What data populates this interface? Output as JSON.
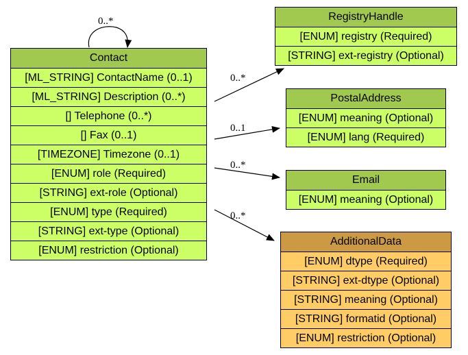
{
  "nodes": {
    "contact": {
      "title": "Contact",
      "fields": [
        "[ML_STRING] ContactName (0..1)",
        "[ML_STRING] Description (0..*)",
        "[] Telephone (0..*)",
        "[] Fax (0..1)",
        "[TIMEZONE] Timezone (0..1)",
        "[ENUM] role (Required)",
        "[STRING] ext-role (Optional)",
        "[ENUM] type (Required)",
        "[STRING] ext-type (Optional)",
        "[ENUM] restriction (Optional)"
      ]
    },
    "registry_handle": {
      "title": "RegistryHandle",
      "fields": [
        "[ENUM] registry (Required)",
        "[STRING] ext-registry (Optional)"
      ]
    },
    "postal_address": {
      "title": "PostalAddress",
      "fields": [
        "[ENUM] meaning (Optional)",
        "[ENUM] lang (Required)"
      ]
    },
    "email": {
      "title": "Email",
      "fields": [
        "[ENUM] meaning (Optional)"
      ]
    },
    "additional_data": {
      "title": "AdditionalData",
      "fields": [
        "[ENUM] dtype (Required)",
        "[STRING] ext-dtype (Optional)",
        "[STRING] meaning (Optional)",
        "[STRING] formatid (Optional)",
        "[ENUM] restriction (Optional)"
      ]
    }
  },
  "edges": {
    "self_loop": "0..*",
    "to_registry_handle": "0..*",
    "to_postal_address": "0..1",
    "to_email": "0..*",
    "to_additional_data": "0..*"
  },
  "colors": {
    "green_header": "#a1c84f",
    "green_field": "#ccff66",
    "orange_header": "#cc9944",
    "orange_field": "#ffcc66"
  }
}
